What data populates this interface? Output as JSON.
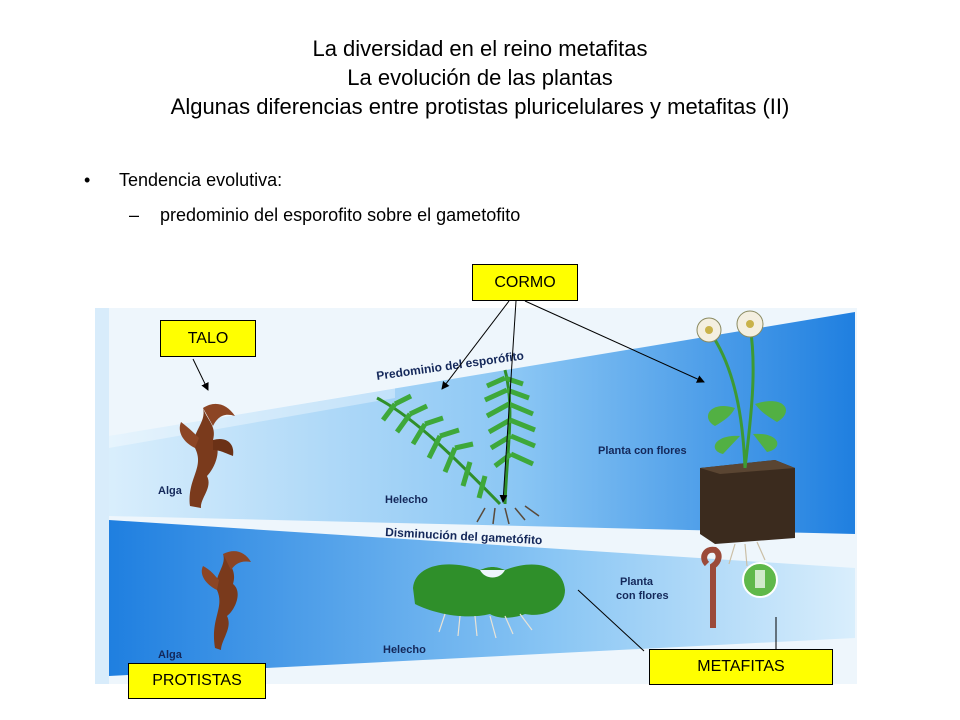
{
  "slide": {
    "title_lines": [
      "La diversidad en el reino metafitas",
      "La evolución de las plantas",
      "Algunas diferencias entre protistas pluricelulares y metafitas (II)"
    ],
    "bullets": {
      "level1": {
        "marker": "•",
        "text": "Tendencia evolutiva:"
      },
      "level2": {
        "marker": "–",
        "text": "predominio del esporofito sobre el gametofito"
      }
    }
  },
  "figure": {
    "band_top_title": "Predominio del esporófito",
    "band_bottom_title": "Disminución del gametófito",
    "labels": {
      "alga_top": "Alga",
      "helecho_top": "Helecho",
      "planta_top": "Planta con flores",
      "alga_bottom": "Alga",
      "helecho_bottom": "Helecho",
      "planta_bottom_line1": "Planta",
      "planta_bottom_line2": "con flores"
    },
    "colors": {
      "band_light": "#cfe9fb",
      "band_dark": "#1e7fe0",
      "alga": "#7a3a1c",
      "fern": "#2f8f2a",
      "soil": "#3b2b1e"
    }
  },
  "callouts": {
    "cormo": "CORMO",
    "talo": "TALO",
    "protistas": "PROTISTAS",
    "metafitas": "METAFITAS",
    "fill": "#ffff00"
  }
}
